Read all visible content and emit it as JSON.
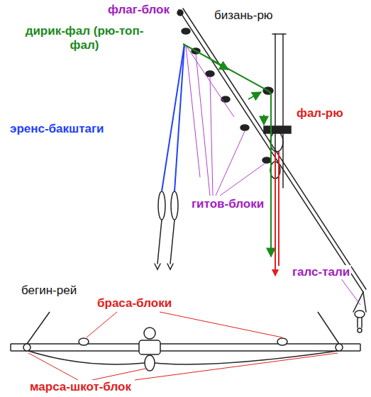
{
  "diagram": {
    "labels": [
      "флаг-блок",
      "бизань-рю",
      "дирик-фал (рю-топ-фал)",
      "эренс-бакштаги",
      "фал-рю",
      "гитов-блоки",
      "галс-тали",
      "бегин-рей",
      "браса-блоки",
      "марса-шкот-блок"
    ]
  }
}
